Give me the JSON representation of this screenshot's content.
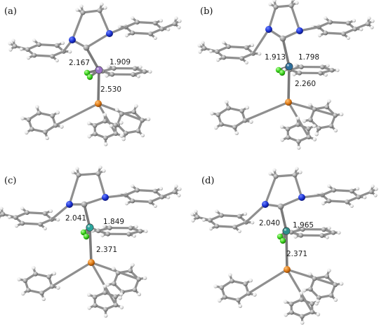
{
  "panels": [
    {
      "label": "(a)",
      "d1": "2.167",
      "d2": "1.909",
      "d3": "2.530",
      "metal_color": "#9a72c8"
    },
    {
      "label": "(b)",
      "d1": "1.913",
      "d2": "1.798",
      "d3": "2.260",
      "metal_color": "#2c6e9c"
    },
    {
      "label": "(c)",
      "d1": "2.041",
      "d2": "1.849",
      "d3": "2.371",
      "metal_color": "#2aa59c"
    },
    {
      "label": "(d)",
      "d1": "2.040",
      "d2": "1.965",
      "d3": "2.371",
      "metal_color": "#2e8f8a"
    }
  ],
  "colors": {
    "carbon": "#a6a6a6",
    "hydrogen": "#f2f2f2",
    "nitrogen": "#1c33d6",
    "phosphorus": "#e07b16",
    "chlorine": "#38d11c",
    "bond": "#8f8f8f"
  }
}
